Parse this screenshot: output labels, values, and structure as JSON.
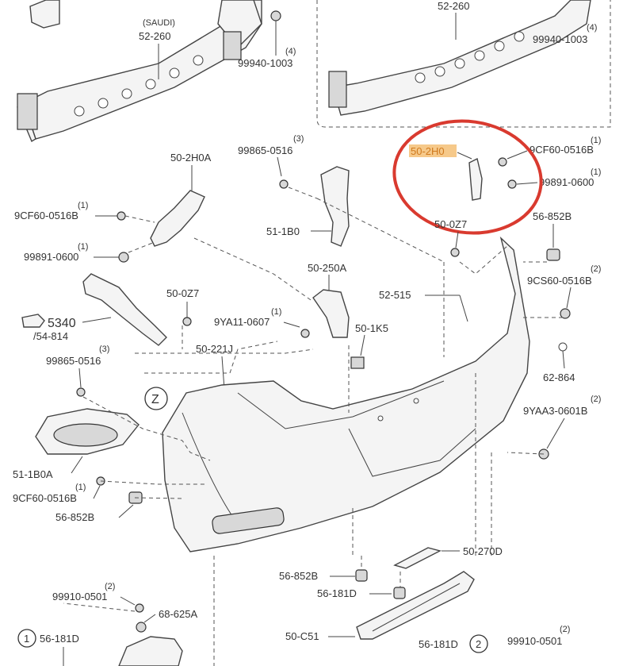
{
  "labels": {
    "saudi": "(SAUDI)",
    "beam_left": "52-260",
    "beam_right": "52-260",
    "bolt_top_center_code": "99940-1003",
    "bolt_top_center_qty": "(4)",
    "bolt_top_right_code": "99940-1003",
    "bolt_top_right_qty": "(4)",
    "bracket_left": "50-2H0A",
    "bolt_upper_left_code": "9CF60-0516B",
    "bolt_upper_left_qty": "(1)",
    "nut_left_code": "99891-0600",
    "nut_left_qty": "(1)",
    "screw_center_code": "99865-0516",
    "screw_center_qty": "(3)",
    "reflector_mount": "51-1B0",
    "bracket_right_highlight": "50-2H0",
    "bolt_right_code": "9CF60-0516B",
    "bolt_right_qty": "(1)",
    "nut_right_code": "99891-0600",
    "nut_right_qty": "(1)",
    "clip_right": "50-0Z7",
    "grommet_right": "56-852B",
    "clip_left": "50-0Z7",
    "bracket_center": "50-250A",
    "bolt_mid_right_code": "9CS60-0516B",
    "bolt_mid_right_qty": "(2)",
    "lower_reinforcement": "52-515",
    "ref_5340": "5340",
    "ref_54_814": "/54-814",
    "bolt_center_code": "9YA11-0607",
    "bolt_center_qty": "(1)",
    "clip_center": "50-1K5",
    "screw_left_code": "99865-0516",
    "screw_left_qty": "(3)",
    "bumper_cover": "50-221J",
    "plug": "62-864",
    "callout_z": "Z",
    "bolt_lower_right_code": "9YAA3-0601B",
    "bolt_lower_right_qty": "(2)",
    "reflector_left": "51-1B0A",
    "bolt_lower_left_code": "9CF60-0516B",
    "bolt_lower_left_qty": "(1)",
    "grommet_left": "56-852B",
    "garnish": "50-270D",
    "grommet_bottom": "56-852B",
    "nut_bottom": "56-181D",
    "screw_bottom_left_code": "99910-0501",
    "screw_bottom_left_qty": "(2)",
    "fastener_bottom": "68-625A",
    "ref_circle_1": "1",
    "nut_ref_1": "56-181D",
    "skid_plate": "50-C51",
    "nut_ref_2": "56-181D",
    "ref_circle_2": "2",
    "screw_bottom_right_code": "99910-0501",
    "screw_bottom_right_qty": "(2)"
  },
  "colors": {
    "highlight_ring": "#d93a2f",
    "highlight_label": "#d07a1e",
    "highlight_label_bg": "#f6c98a"
  }
}
